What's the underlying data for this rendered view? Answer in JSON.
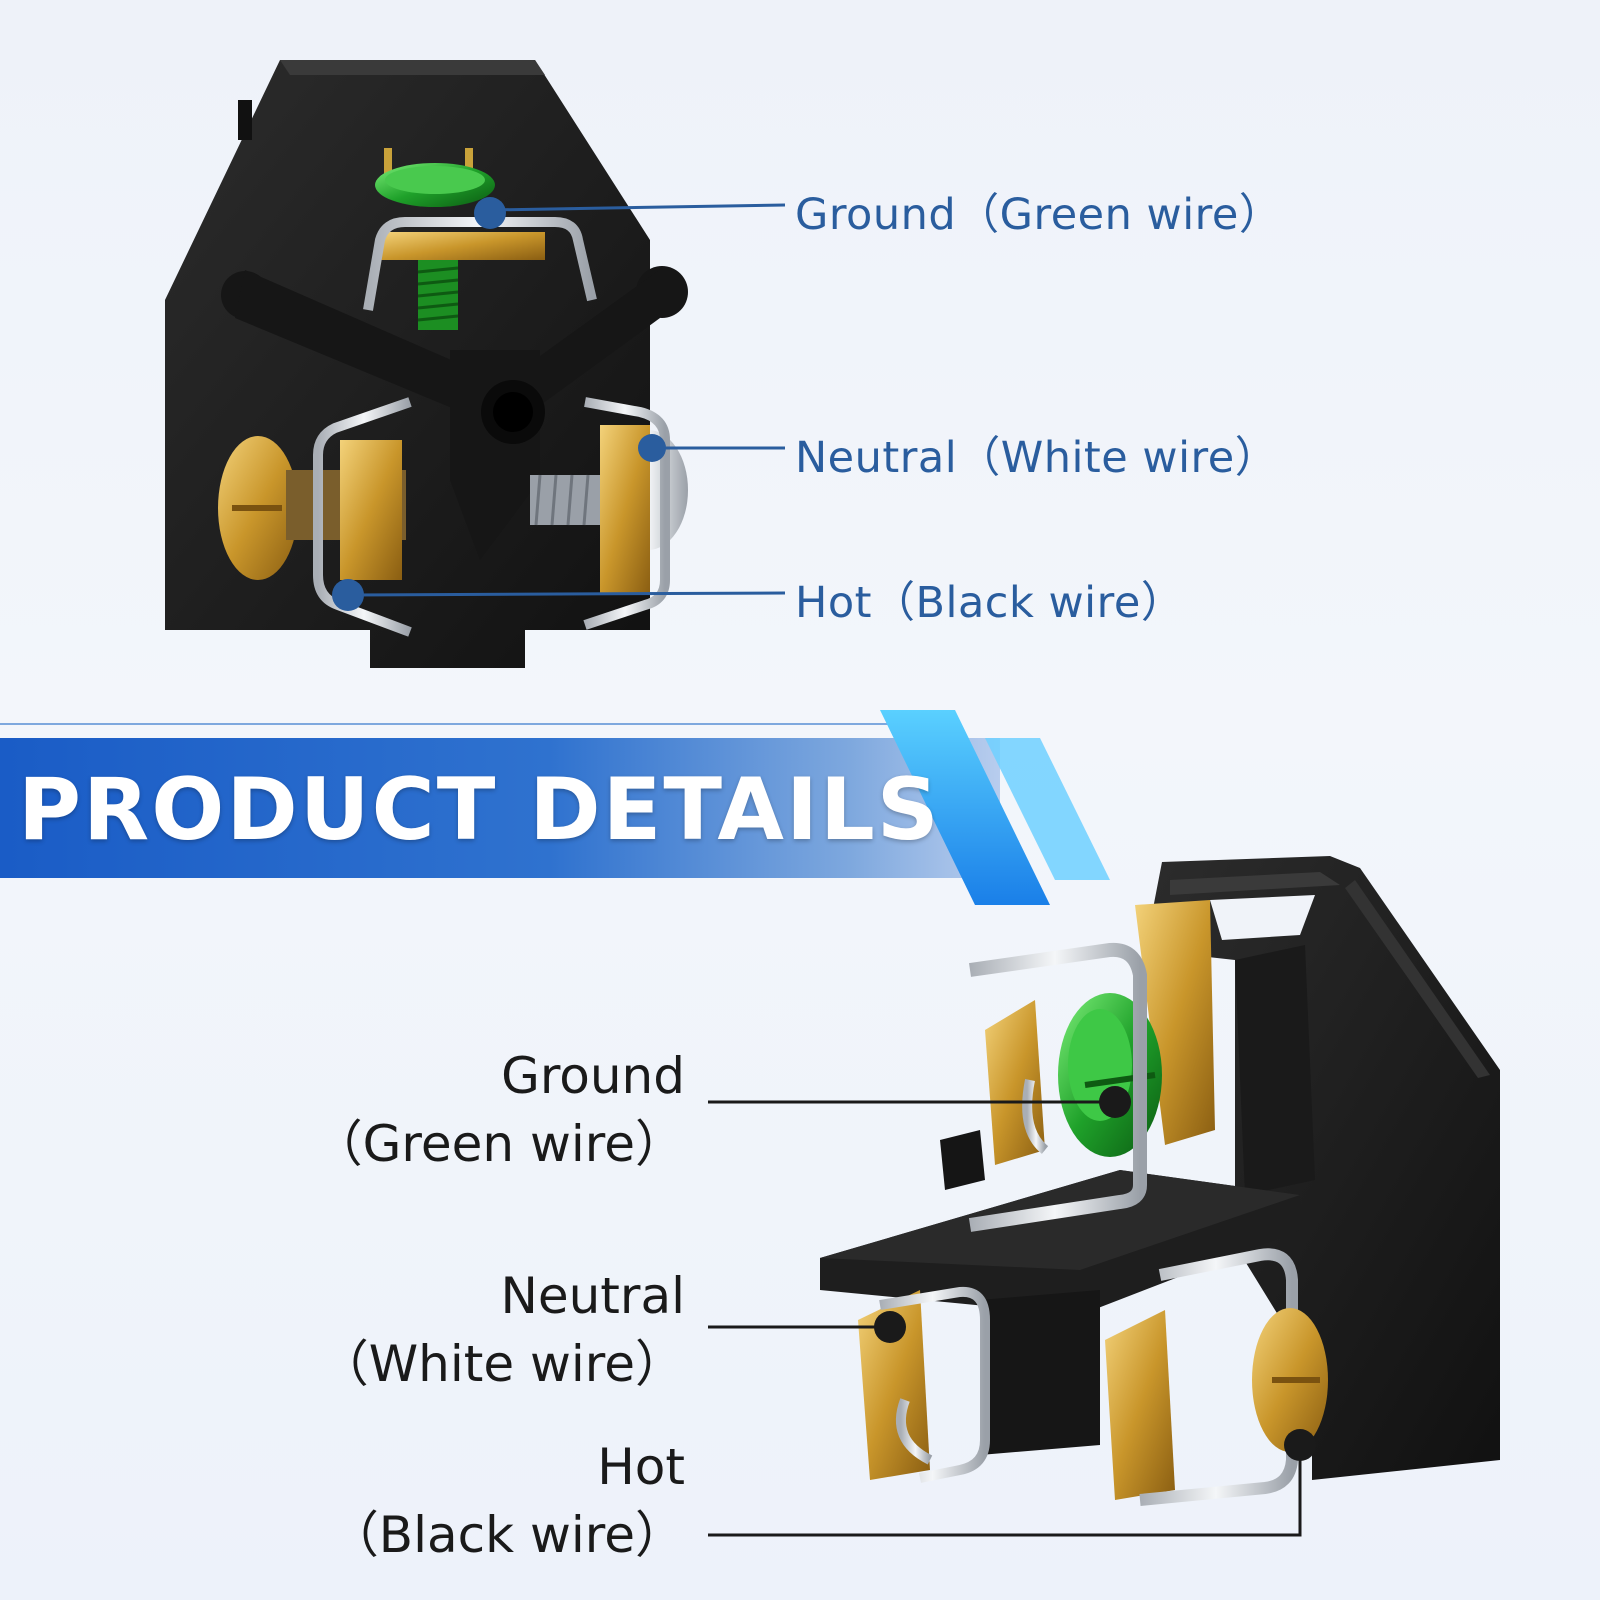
{
  "banner": {
    "title": "PRODUCT DETAILS"
  },
  "top_callouts": [
    {
      "label": "Ground（Green wire）"
    },
    {
      "label": "Neutral（White wire）"
    },
    {
      "label": "Hot（Black wire）"
    }
  ],
  "bottom_callouts": [
    {
      "line1": "Ground",
      "line2": "（Green wire）"
    },
    {
      "line1": "Neutral",
      "line2": "（White wire）"
    },
    {
      "line1": "Hot",
      "line2": "（Black wire）"
    }
  ],
  "colors": {
    "callout_blue": "#2a5d9e",
    "banner_blue": "#1d5fc4",
    "housing_black": "#1c1c1c",
    "brass": "#c9a23a",
    "ground_green": "#1fa12a",
    "silver": "#d9dde2"
  }
}
